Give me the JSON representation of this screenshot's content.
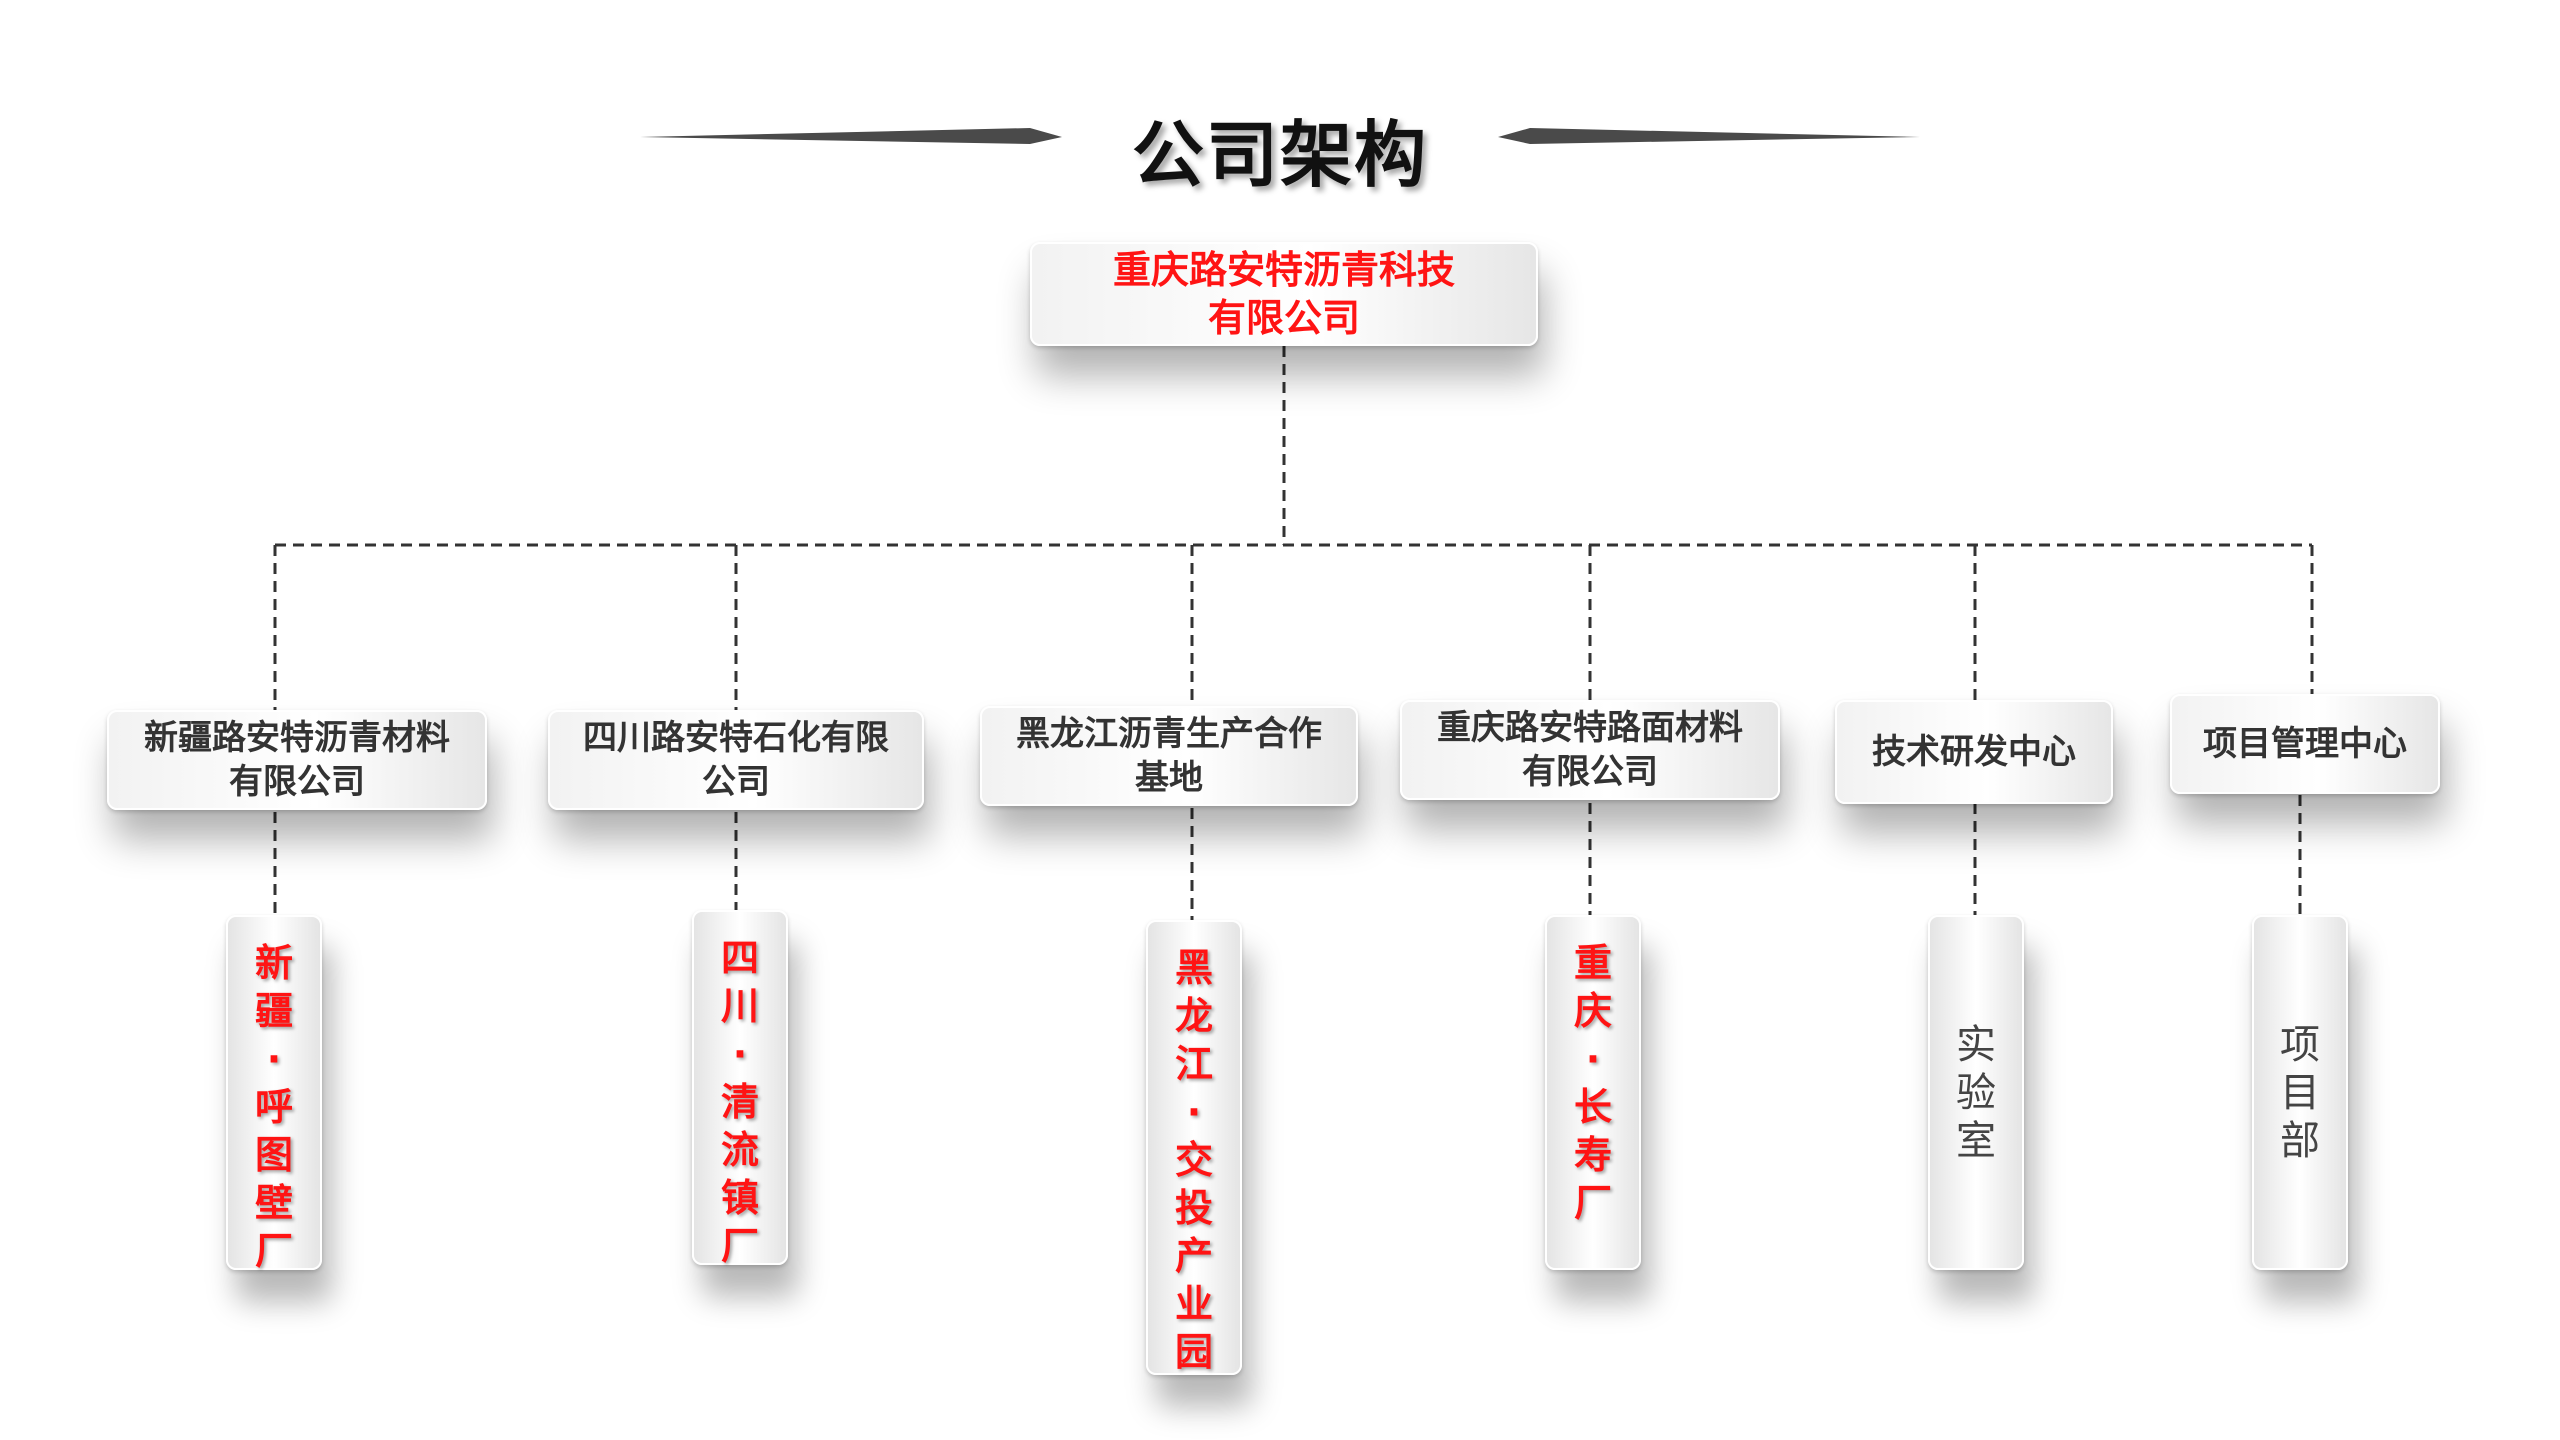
{
  "title": "公司架构",
  "root": "重庆路安特沥青科技\n有限公司",
  "departments": [
    {
      "name": "新疆路安特沥青材料\n有限公司",
      "site": "新疆·呼图壁厂"
    },
    {
      "name": "四川路安特石化有限\n公司",
      "site": "四川·清流镇厂"
    },
    {
      "name": "黑龙江沥青生产合作\n基地",
      "site": "黑龙江·交投产业园"
    },
    {
      "name": "重庆路安特路面材料\n有限公司",
      "site": "重庆·长寿厂"
    },
    {
      "name": "技术研发中心",
      "site": "实验室"
    },
    {
      "name": "项目管理中心",
      "site": "项目部"
    }
  ],
  "colors": {
    "accent": "#ff1414",
    "text": "#333333",
    "line": "#333333"
  }
}
